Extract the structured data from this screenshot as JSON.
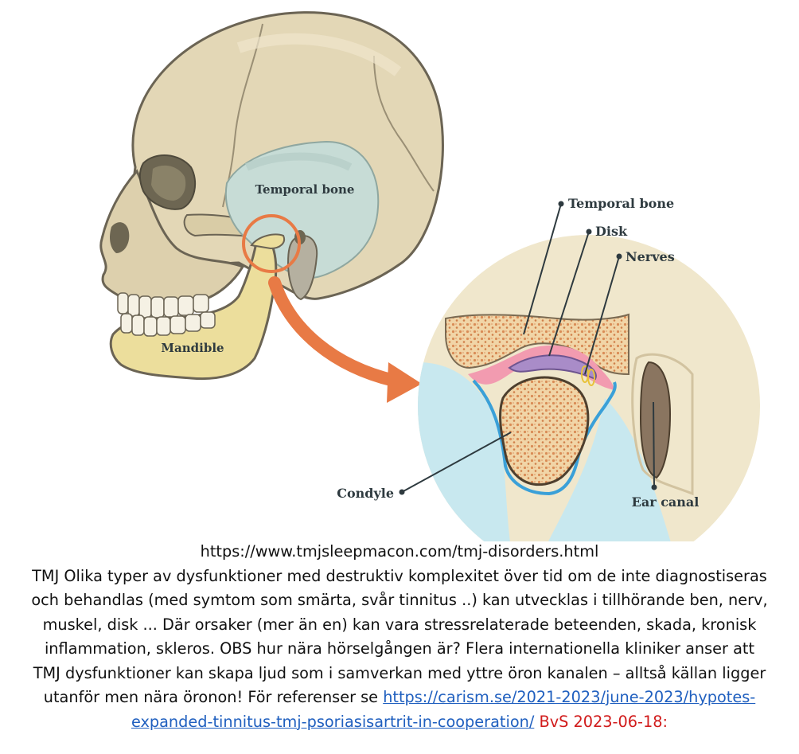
{
  "diagram": {
    "labels": {
      "temporal_bone_skull": "Temporal bone",
      "mandible": "Mandible",
      "temporal_bone_callout": "Temporal bone",
      "disk": "Disk",
      "nerves": "Nerves",
      "condyle": "Condyle",
      "ear_canal": "Ear canal"
    },
    "colors": {
      "skull": "#e3d7b6",
      "skull_outline": "#6b6454",
      "temporal": "#c7dcd6",
      "mandible": "#ecde9c",
      "accent_orange": "#e87a45",
      "disk": "#a98cc8",
      "cartilage": "#f29bb0",
      "synovial": "#3aa0d8",
      "bone_fill": "#f1d5a7",
      "marrow": "#d98c56",
      "canal": "#8a7560",
      "soft_tissue": "#c8e8ef"
    }
  },
  "caption": {
    "source_url": "https://www.tmjsleepmacon.com/tmj-disorders.html",
    "line1": "TMJ Olika typer av dysfunktioner med destruktiv komplexitet över tid om de inte diagnostiseras",
    "line2": "och behandlas (med symtom som smärta, svår tinnitus ..) kan utvecklas i tillhörande ben, nerv,",
    "line3": "muskel, disk ... Där orsaker (mer än en) kan vara stressrelaterade beteenden, skada, kronisk",
    "line4": "inflammation, skleros. OBS hur nära hörselgången är? Flera internationella kliniker anser att",
    "line5": "TMJ dysfunktioner kan skapa ljud som i samverkan med yttre öron kanalen – alltså källan ligger",
    "line6_prefix": "utanför men nära öronon! För referenser se",
    "link_part1": "https://carism.se/2021-2023/june-2023/hypotes-",
    "link_part2": "expanded-tinnitus-tmj-psoriasisartrit-in-cooperation/",
    "signature": "BvS 2023-06-18:",
    "link_href": "https://carism.se/2021-2023/june-2023/hypotes-expanded-tinnitus-tmj-psoriasisartrit-in-cooperation/"
  }
}
